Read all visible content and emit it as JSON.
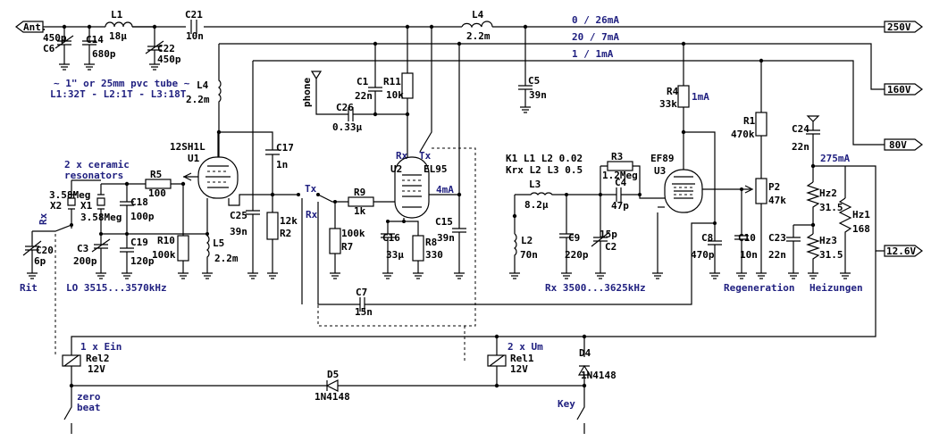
{
  "rails": {
    "ant": "Ant.",
    "v250": "250V",
    "v160": "160V",
    "v80": "80V",
    "v12": "12.6V",
    "r1": "0 / 26mA",
    "r2": "20 / 7mA",
    "r3": "1 / 1mA"
  },
  "front": {
    "L1": "L1",
    "L1v": "18µ",
    "C21": "C21",
    "C21v": "10n",
    "L4top": "L4",
    "L4topv": "2.2m",
    "C6v": "450p",
    "C6": "C6",
    "C14": "C14",
    "C14v": "680p",
    "C22": "C22",
    "C22v": "450p",
    "note1": "~ 1\" or 25mm pvc tube ~",
    "note2": "L1:32T - L2:1T - L3:18T"
  },
  "tube1": {
    "L4": "L4",
    "L4v": "2.2m",
    "name": "12SH1L",
    "U": "U1",
    "C17": "C17",
    "C17v": "1n",
    "C25": "C25",
    "C25v": "39n",
    "R2v": "12k",
    "R2": "R2",
    "crystals": "2 x ceramic",
    "crystals2": "resonators",
    "X2v": "3.58Meg",
    "X2": "X2",
    "X1": "X1",
    "X1v": "3.58Meg",
    "R5": "R5",
    "R5v": "100",
    "C18": "C18",
    "C18v": "100p",
    "C19": "C19",
    "C19v": "120p",
    "R10": "R10",
    "R10v": "100k",
    "L5": "L5",
    "L5v": "2.2m",
    "C3": "C3",
    "C3v": "200p",
    "C20": "C20",
    "C20v": "6p",
    "Rx": "Rx",
    "Rit": "Rit",
    "lo": "LO 3515...3570kHz"
  },
  "tube2": {
    "phone": "phone",
    "C1": "C1",
    "C1v": "22n",
    "R11": "R11",
    "R11v": "10k",
    "C26": "C26",
    "C26v": "0.33µ",
    "C5": "C5",
    "C5v": "39n",
    "Rx": "Rx",
    "Tx": "Tx",
    "U": "U2",
    "name": "EL95",
    "cur": "4mA",
    "Tx2": "Tx",
    "Rx2": "Rx",
    "R9": "R9",
    "R9v": "1k",
    "R7v": "100k",
    "R7": "R7",
    "C16": "C16",
    "C16v": "33µ",
    "R8": "R8",
    "R8v": "330",
    "C15": "C15",
    "C15v": "39n",
    "C7": "C7",
    "C7v": "15n"
  },
  "tube3": {
    "R4": "R4",
    "R4v": "33k",
    "cur": "1mA",
    "R1": "R1",
    "R1v": "470k",
    "K1": "K1 L1 L2 0.02",
    "K2": "Krx L2 L3 0.5",
    "R3": "R3",
    "R3v": "1.2Meg",
    "L3": "L3",
    "L3v": "8.2µ",
    "C4": "C4",
    "C4v": "47p",
    "name": "EF89",
    "U": "U3",
    "L2": "L2",
    "L2v": "70n",
    "C9": "C9",
    "C9v": "220p",
    "C2v": "15p",
    "C2": "C2",
    "C8": "C8",
    "C8v": "470p",
    "C10": "C10",
    "C10v": "10n",
    "P2": "P2",
    "P2v": "47k",
    "rx": "Rx 3500...3625kHz",
    "regen": "Regeneration"
  },
  "heater": {
    "C24": "C24",
    "C24v": "22n",
    "cur": "275mA",
    "Hz2": "Hz2",
    "Hz2v": "31.5",
    "Hz1": "Hz1",
    "Hz1v": "168",
    "C23": "C23",
    "C23v": "22n",
    "Hz3": "Hz3",
    "Hz3v": "31.5",
    "label": "Heizungen"
  },
  "relays": {
    "r2a": "1 x Ein",
    "r2": "Rel2",
    "r2v": "12V",
    "r1a": "2 x Um",
    "r1": "Rel1",
    "r1v": "12V",
    "D5": "D5",
    "D5v": "1N4148",
    "D4": "D4",
    "D4v": "1N4148",
    "zero1": "zero",
    "zero2": "beat",
    "key": "Key"
  }
}
